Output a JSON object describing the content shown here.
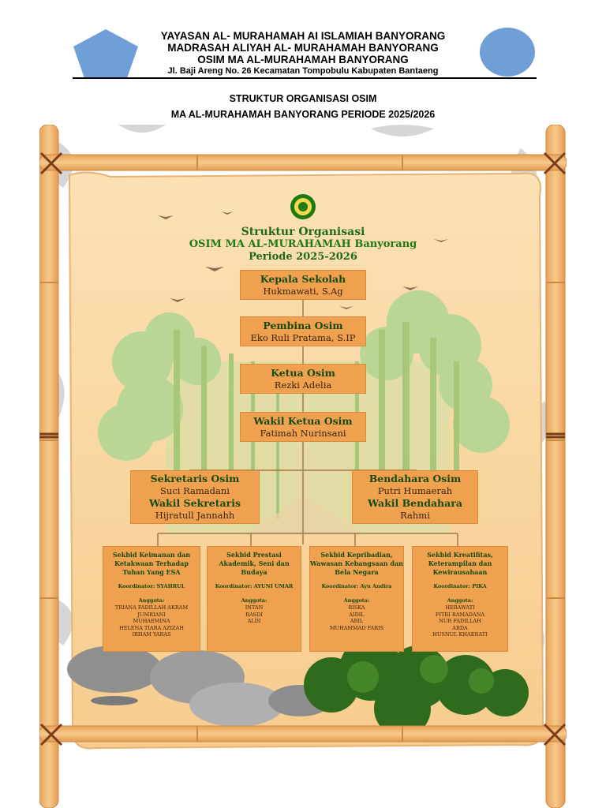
{
  "letterhead": {
    "line1": "YAYASAN AL- MURAHAMAH AI ISLAMIAH BANYORANG",
    "line2": "MADRASAH ALIYAH AL- MURAHAMAH BANYORANG",
    "line3": "OSIM MA AL-MURAHAMAH BANYORANG",
    "address": "Jl. Baji Areng No. 26 Kecamatan Tompobulu Kabupaten Bantaeng"
  },
  "document": {
    "title1": "STRUKTUR ORGANISASI OSIM",
    "title2": "MA AL-MURAHAMAH BANYORANG PERIODE 2025/2026"
  },
  "poster": {
    "title1": "Struktur Organisasi",
    "title2": "OSIM MA AL-MURAHAMAH Banyorang",
    "title3": "Periode 2025-2026",
    "colors": {
      "frame": "#f3b669",
      "parchment": "#fbdcaa",
      "box": "#efa14f",
      "heading_green": "#1e6a16"
    },
    "positions": [
      {
        "role": "Kepala Sekolah",
        "name": "Hukmawati, S.Ag"
      },
      {
        "role": "Pembina Osim",
        "name": "Eko Ruli Pratama, S.IP"
      },
      {
        "role": "Ketua Osim",
        "name": "Rezki Adelia"
      },
      {
        "role": "Wakil Ketua Osim",
        "name": "Fatimah Nurinsani"
      }
    ],
    "left_box": {
      "role1": "Sekretaris Osim",
      "name1": "Suci Ramadani",
      "role2": "Wakil Sekretaris",
      "name2": "Hijratull Jannahh"
    },
    "right_box": {
      "role1": "Bendahara Osim",
      "name1": "Putri Humaerah",
      "role2": "Wakil Bendahara",
      "name2": "Rahmi"
    },
    "sekbid": [
      {
        "title": "Sekbid Keimanan dan Ketakwaan Terhadap Tuhan Yang ESA",
        "koordinator": "Koordinator: SYAHRUL",
        "anggota_label": "Anggota:",
        "members": [
          "TRIANA FADILLAH AKRAM",
          "JUMRIANI",
          "MUHAEMINA",
          "HELENA TIARA AZIZAH",
          "IRHAM YARAS"
        ]
      },
      {
        "title": "Sekbid Prestasi Akademik, Seni dan Budaya",
        "koordinator": "Koordinator: AYUNI UMAR",
        "anggota_label": "Anggota:",
        "members": [
          "INTAN",
          "RASDI",
          "ALDI"
        ]
      },
      {
        "title": "Sekbid Kepribadian, Wawasan Kebangsaan dan Bela Negara",
        "koordinator": "Koordinator: Ayu Andira",
        "anggota_label": "Anggota:",
        "members": [
          "RISKA",
          "AIDIL",
          "ARIL",
          "MUHAMMAD FARIS"
        ]
      },
      {
        "title": "Sekbid Kreatifitas, Keterampilan dan Kewirausahaan",
        "koordinator": "Koordinator: PIKA",
        "anggota_label": "Anggota:",
        "members": [
          "HERAWATI",
          "FITRI RAMADANA",
          "NUR FADILLAH",
          "ARDA",
          "HUSNUL KHAERATI"
        ]
      }
    ]
  }
}
